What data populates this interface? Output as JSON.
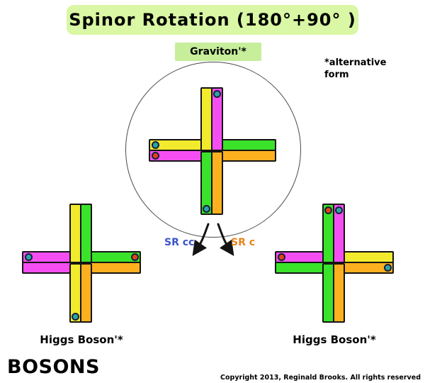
{
  "title": {
    "text": "Spinor Rotation (180°+90° )",
    "bg": "#d9f7a4"
  },
  "graviton": {
    "label": "Graviton'*",
    "bg": "#c6ee9b"
  },
  "note": {
    "line1": "*alternative",
    "line2": "form"
  },
  "sr": {
    "cc_label": "SR cc",
    "c_label": "SR c"
  },
  "higgs_left_label": "Higgs Boson'*",
  "higgs_right_label": "Higgs Boson'*",
  "bosons_label": "BOSONS",
  "copyright": "Copyright 2013, Reginald Brooks. All rights reserved",
  "colors": {
    "yellow": "#f2ea2d",
    "magenta": "#f44ef2",
    "green": "#3ae32a",
    "orange": "#fcb01f",
    "dot_teal": "#2ba4ad",
    "dot_red": "#e1431d",
    "sr_cc": "#3a55c9",
    "sr_c": "#e8831c"
  },
  "crosses": {
    "graviton": {
      "arms": {
        "top": [
          "yellow",
          "magenta"
        ],
        "bottom": [
          "green",
          "orange"
        ],
        "left": [
          "yellow",
          "magenta"
        ],
        "right": [
          "green",
          "orange"
        ]
      },
      "dots": [
        {
          "arm": "top",
          "strip": 1,
          "color": "dot_teal"
        },
        {
          "arm": "left",
          "strip": 0,
          "color": "dot_teal"
        },
        {
          "arm": "left",
          "strip": 1,
          "color": "dot_red"
        },
        {
          "arm": "bottom",
          "strip": 0,
          "color": "dot_teal"
        }
      ]
    },
    "higgs_left": {
      "arms": {
        "top": [
          "yellow",
          "green"
        ],
        "bottom": [
          "yellow",
          "orange"
        ],
        "left": [
          "magenta",
          "magenta"
        ],
        "right": [
          "green",
          "orange"
        ]
      },
      "dots": [
        {
          "arm": "left",
          "strip": 0,
          "color": "dot_teal"
        },
        {
          "arm": "right",
          "strip": 0,
          "color": "dot_red"
        },
        {
          "arm": "bottom",
          "strip": 0,
          "color": "dot_teal"
        }
      ]
    },
    "higgs_right": {
      "arms": {
        "top": [
          "green",
          "magenta"
        ],
        "bottom": [
          "green",
          "orange"
        ],
        "left": [
          "magenta",
          "green"
        ],
        "right": [
          "yellow",
          "orange"
        ]
      },
      "dots": [
        {
          "arm": "top",
          "strip": 0,
          "color": "dot_red"
        },
        {
          "arm": "top",
          "strip": 1,
          "color": "dot_teal"
        },
        {
          "arm": "left",
          "strip": 0,
          "color": "dot_red"
        },
        {
          "arm": "right",
          "strip": 1,
          "color": "dot_teal"
        }
      ]
    }
  }
}
